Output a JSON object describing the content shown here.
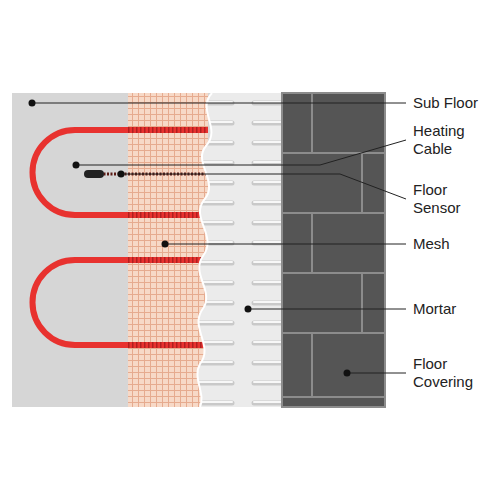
{
  "diagram": {
    "labels": [
      "Sub Floor",
      "Heating Cable",
      "Floor Sensor",
      "Mesh",
      "Mortar",
      "Floor Covering"
    ]
  }
}
